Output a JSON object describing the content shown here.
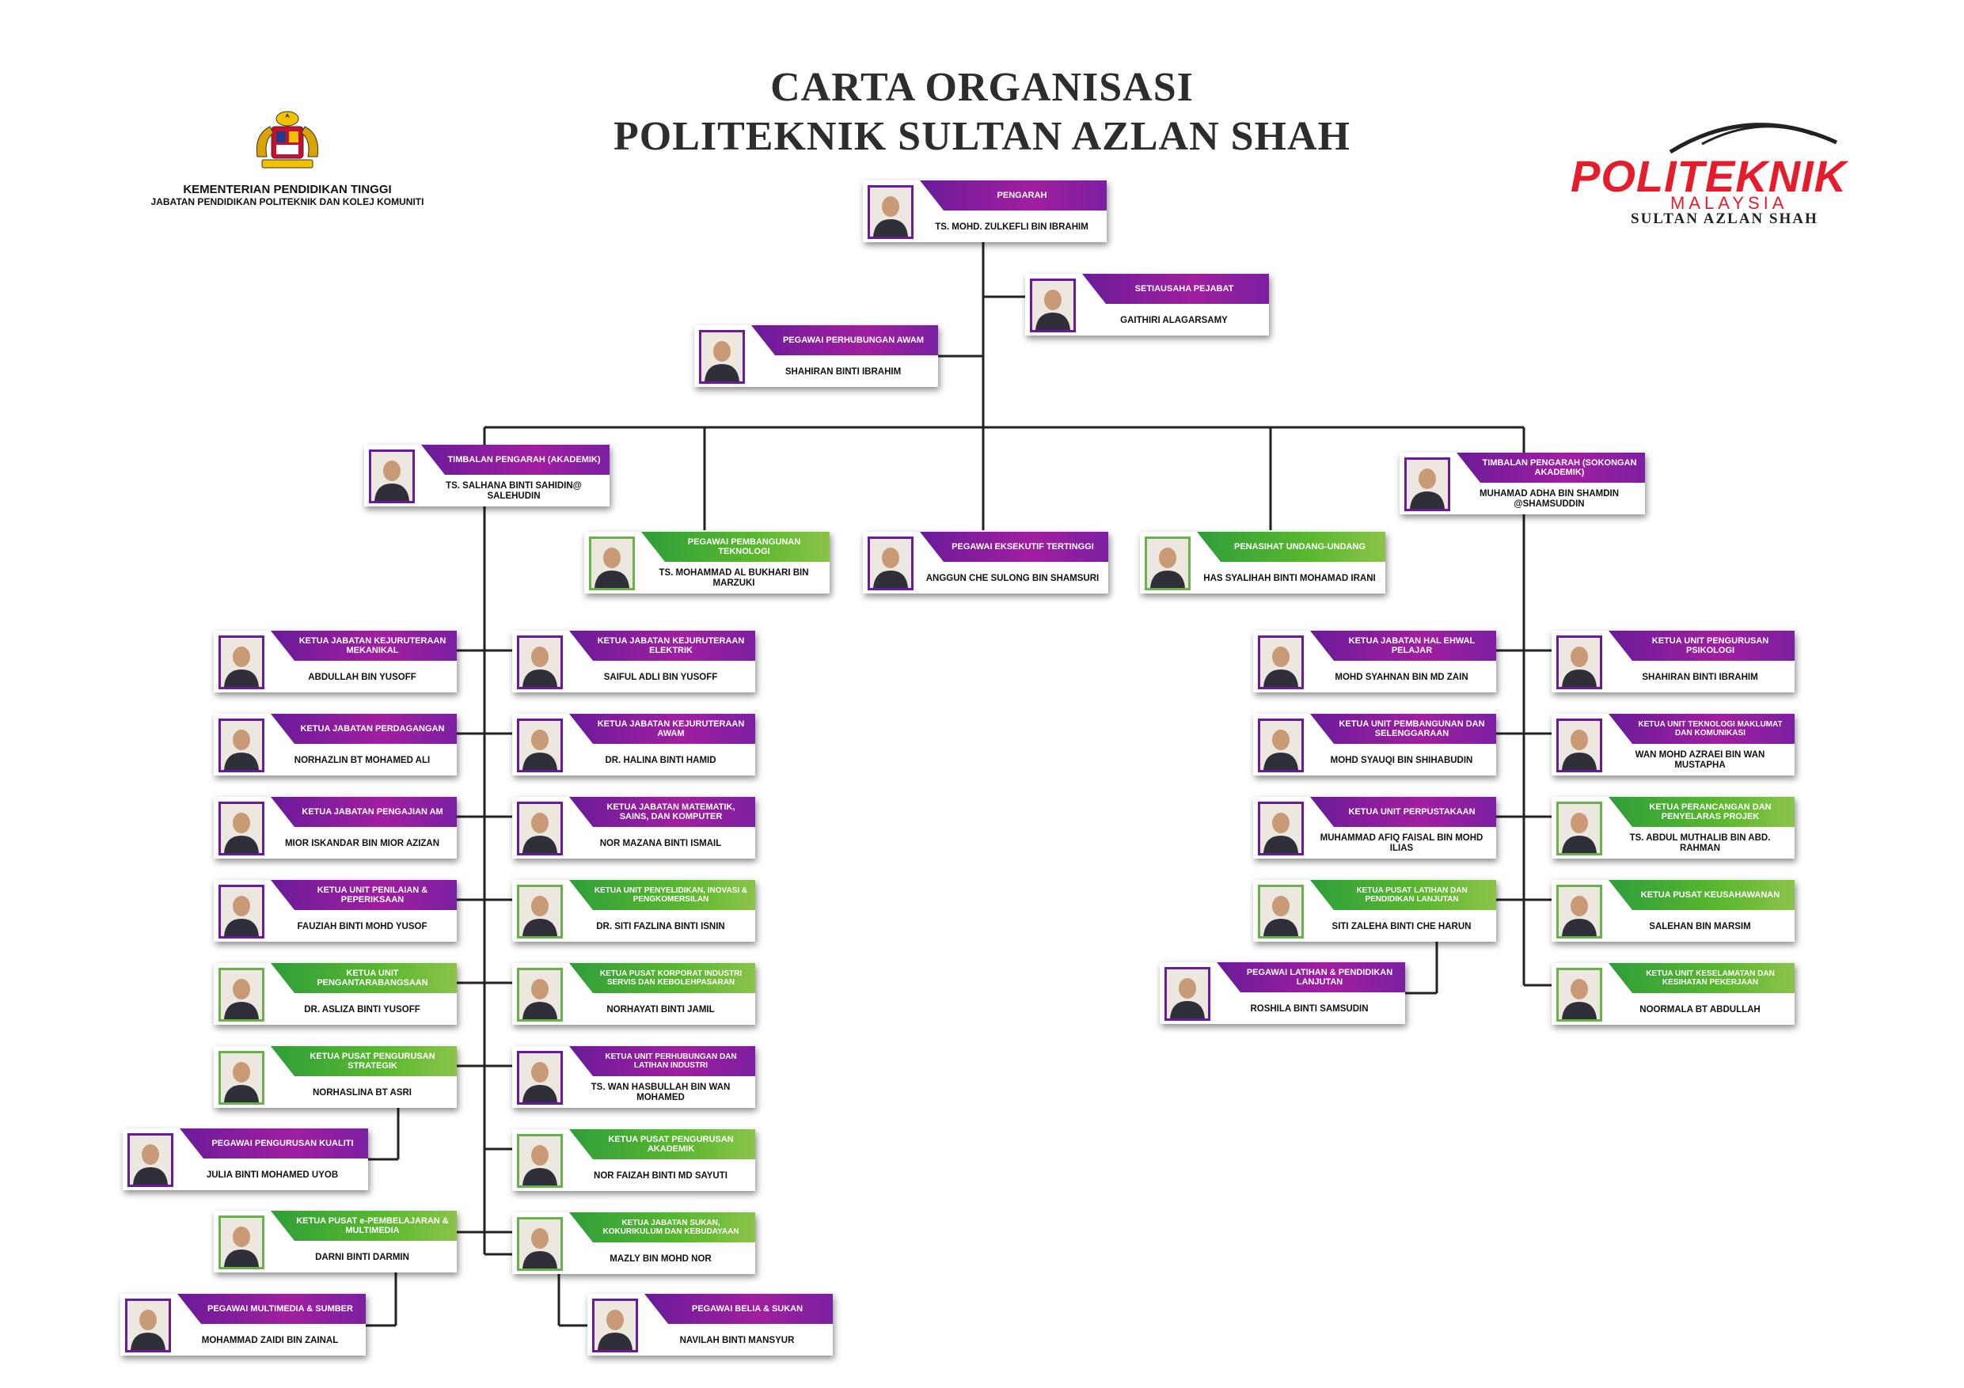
{
  "title": {
    "line1": "CARTA ORGANISASI",
    "line2": "POLITEKNIK SULTAN AZLAN SHAH"
  },
  "ministry": {
    "line1": "KEMENTERIAN PENDIDIKAN TINGGI",
    "line2": "JABATAN PENDIDIKAN POLITEKNIK DAN KOLEJ KOMUNITI"
  },
  "logo": {
    "brand": "POLITEKNIK",
    "country": "MALAYSIA",
    "campus": "SULTAN AZLAN SHAH"
  },
  "colors": {
    "purple": "#7b1fa2",
    "green": "#5ab82e",
    "brand_red": "#e31d2b"
  },
  "staff": {
    "pengarah": {
      "role": "PENGARAH",
      "name": "TS. MOHD. ZULKEFLI BIN IBRAHIM"
    },
    "setiausaha": {
      "role": "SETIAUSAHA PEJABAT",
      "name": "GAITHIRI ALAGARSAMY"
    },
    "perhubungan": {
      "role": "PEGAWAI PERHUBUNGAN AWAM",
      "name": "SHAHIRAN BINTI IBRAHIM"
    },
    "tp_akademik": {
      "role": "TIMBALAN PENGARAH (AKADEMIK)",
      "name": "TS. SALHANA BINTI SAHIDIN@ SALEHUDIN"
    },
    "pembangunan_tek": {
      "role": "PEGAWAI PEMBANGUNAN TEKNOLOGI",
      "name": "TS. MOHAMMAD AL BUKHARI BIN MARZUKI"
    },
    "eksekutif": {
      "role": "PEGAWAI EKSEKUTIF TERTINGGI",
      "name": "ANGGUN CHE SULONG BIN SHAMSURI"
    },
    "penasihat": {
      "role": "PENASIHAT UNDANG-UNDANG",
      "name": "HAS SYALIHAH BINTI MOHAMAD IRANI"
    },
    "tp_sokongan": {
      "role": "TIMBALAN PENGARAH (SOKONGAN AKADEMIK)",
      "name": "MUHAMAD ADHA BIN SHAMDIN @SHAMSUDDIN"
    },
    "l1": {
      "role": "KETUA JABATAN KEJURUTERAAN MEKANIKAL",
      "name": "ABDULLAH BIN YUSOFF"
    },
    "l2": {
      "role": "KETUA JABATAN PERDAGANGAN",
      "name": "NORHAZLIN BT MOHAMED ALI"
    },
    "l3": {
      "role": "KETUA JABATAN PENGAJIAN AM",
      "name": "MIOR ISKANDAR BIN MIOR AZIZAN"
    },
    "l4": {
      "role": "KETUA UNIT PENILAIAN & PEPERIKSAAN",
      "name": "FAUZIAH BINTI MOHD YUSOF"
    },
    "l5": {
      "role": "KETUA UNIT PENGANTARABANGSAAN",
      "name": "DR. ASLIZA BINTI YUSOFF"
    },
    "l6": {
      "role": "KETUA PUSAT PENGURUSAN STRATEGIK",
      "name": "NORHASLINA BT ASRI"
    },
    "l6a": {
      "role": "PEGAWAI PENGURUSAN KUALITI",
      "name": "JULIA BINTI MOHAMED UYOB"
    },
    "l7": {
      "role": "KETUA PUSAT e-PEMBELAJARAN & MULTIMEDIA",
      "name": "DARNI BINTI DARMIN"
    },
    "l7a": {
      "role": "PEGAWAI MULTIMEDIA & SUMBER",
      "name": "MOHAMMAD ZAIDI BIN ZAINAL"
    },
    "r1": {
      "role": "KETUA JABATAN KEJURUTERAAN ELEKTRIK",
      "name": "SAIFUL ADLI BIN YUSOFF"
    },
    "r2": {
      "role": "KETUA JABATAN KEJURUTERAAN AWAM",
      "name": "DR. HALINA BINTI HAMID"
    },
    "r3": {
      "role": "KETUA JABATAN MATEMATIK, SAINS, DAN KOMPUTER",
      "name": "NOR MAZANA BINTI ISMAIL"
    },
    "r4": {
      "role": "KETUA UNIT PENYELIDIKAN, INOVASI & PENGKOMERSILAN",
      "name": "DR. SITI FAZLINA BINTI ISNIN"
    },
    "r5": {
      "role": "KETUA PUSAT KORPORAT INDUSTRI SERVIS DAN KEBOLEHPASARAN",
      "name": "NORHAYATI BINTI JAMIL"
    },
    "r6": {
      "role": "KETUA UNIT PERHUBUNGAN DAN LATIHAN INDUSTRI",
      "name": "TS. WAN HASBULLAH BIN WAN MOHAMED"
    },
    "r7": {
      "role": "KETUA PUSAT PENGURUSAN AKADEMIK",
      "name": "NOR FAIZAH BINTI MD SAYUTI"
    },
    "r8": {
      "role": "KETUA JABATAN SUKAN, KOKURIKULUM DAN KEBUDAYAAN",
      "name": "MAZLY BIN MOHD NOR"
    },
    "r8a": {
      "role": "PEGAWAI BELIA & SUKAN",
      "name": "NAVILAH BINTI MANSYUR"
    },
    "s1": {
      "role": "KETUA JABATAN HAL EHWAL PELAJAR",
      "name": "MOHD SYAHNAN BIN MD ZAIN"
    },
    "s2": {
      "role": "KETUA UNIT PEMBANGUNAN DAN SELENGGARAAN",
      "name": "MOHD SYAUQI BIN SHIHABUDIN"
    },
    "s3": {
      "role": "KETUA UNIT PERPUSTAKAAN",
      "name": "MUHAMMAD AFIQ FAISAL BIN MOHD ILIAS"
    },
    "s4": {
      "role": "KETUA PUSAT LATIHAN DAN PENDIDIKAN LANJUTAN",
      "name": "SITI ZALEHA BINTI CHE HARUN"
    },
    "s4a": {
      "role": "PEGAWAI LATIHAN & PENDIDIKAN LANJUTAN",
      "name": "ROSHILA BINTI SAMSUDIN"
    },
    "t1": {
      "role": "KETUA UNIT PENGURUSAN PSIKOLOGI",
      "name": "SHAHIRAN BINTI IBRAHIM"
    },
    "t2": {
      "role": "KETUA UNIT TEKNOLOGI MAKLUMAT DAN KOMUNIKASI",
      "name": "WAN MOHD AZRAEI BIN WAN MUSTAPHA"
    },
    "t3": {
      "role": "KETUA PERANCANGAN DAN PENYELARAS PROJEK",
      "name": "TS. ABDUL MUTHALIB BIN ABD. RAHMAN"
    },
    "t4": {
      "role": "KETUA PUSAT KEUSAHAWANAN",
      "name": "SALEHAN BIN MARSIM"
    },
    "t5": {
      "role": "KETUA UNIT KESELAMATAN DAN KESIHATAN PEKERJAAN",
      "name": "NOORMALA BT ABDULLAH"
    }
  }
}
